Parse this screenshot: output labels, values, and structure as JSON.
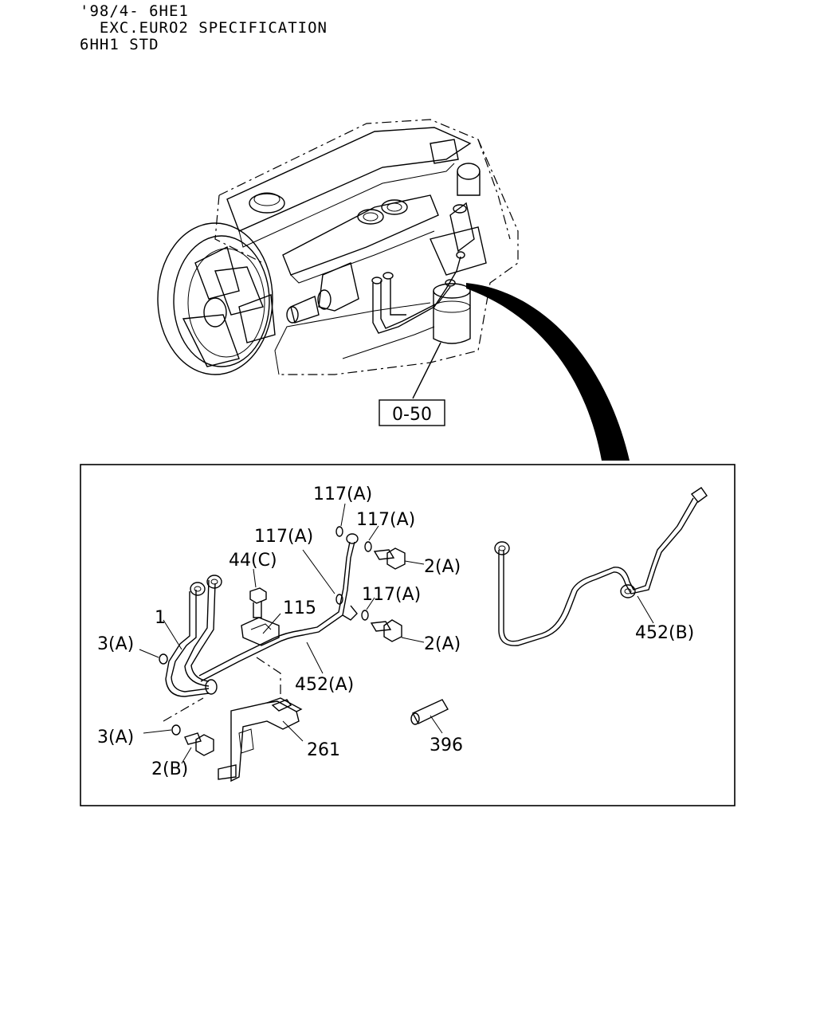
{
  "header": {
    "line1": "'98/4- 6HE1",
    "line2": "  EXC.EURO2 SPECIFICATION",
    "line3": "6HH1 STD"
  },
  "engine": {
    "ref_box": "0-50"
  },
  "callouts": {
    "c117a_top": "117(A)",
    "c117a_right": "117(A)",
    "c117a_left": "117(A)",
    "c117a_lower": "117(A)",
    "c44c": "44(C)",
    "c115": "115",
    "c2a_upper": "2(A)",
    "c2a_lower": "2(A)",
    "c1": "1",
    "c3a_upper": "3(A)",
    "c3a_lower": "3(A)",
    "c452a": "452(A)",
    "c452b": "452(B)",
    "c2b": "2(B)",
    "c261": "261",
    "c396": "396"
  }
}
